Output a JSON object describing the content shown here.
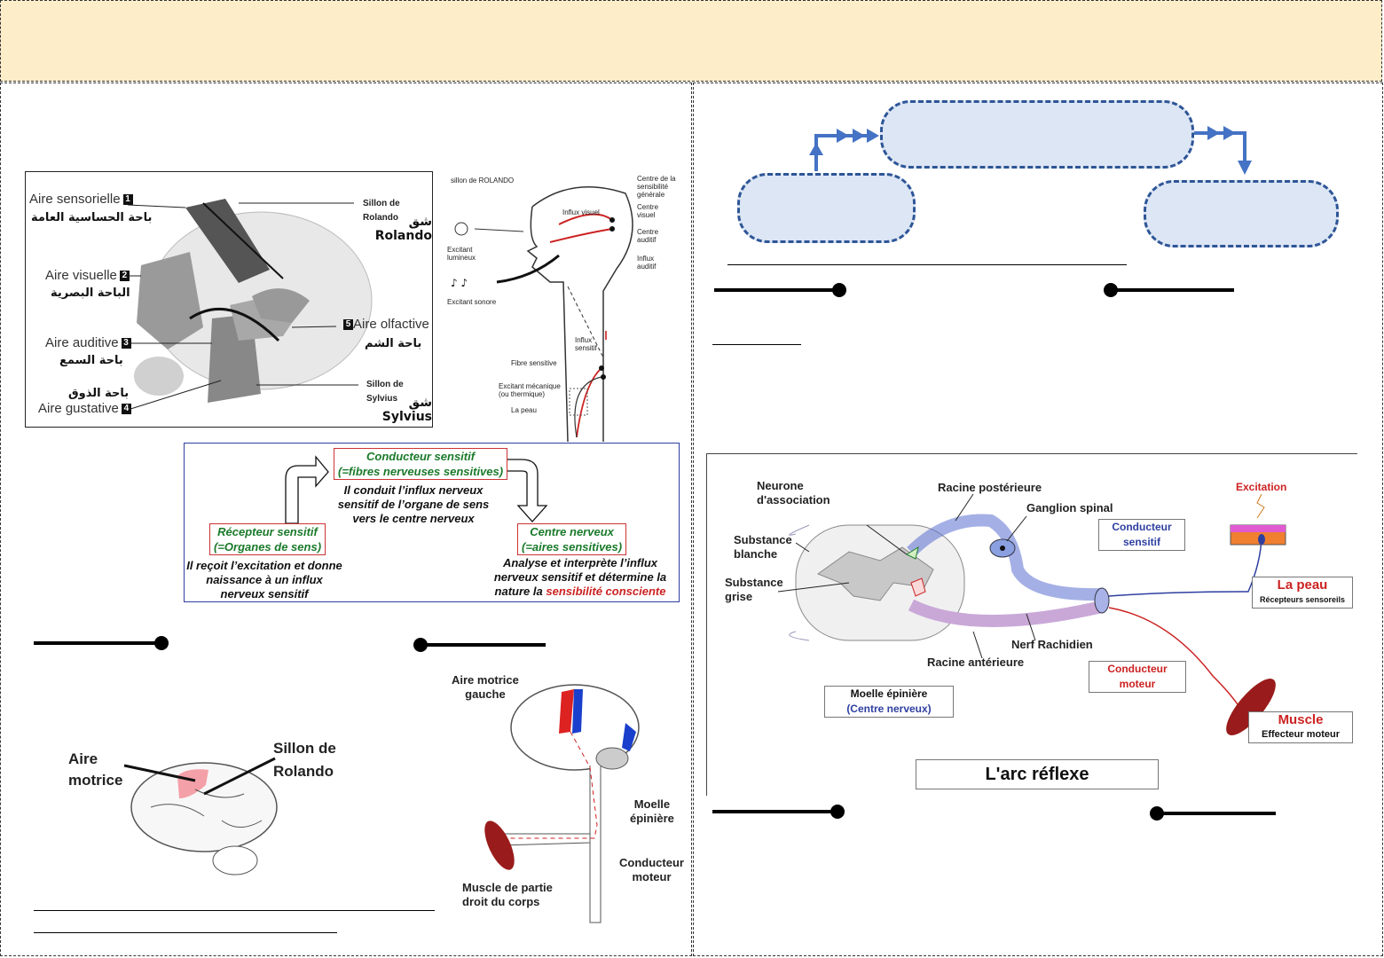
{
  "sensory_areas_figure": {
    "aire_sensorielle": "Aire sensorielle",
    "aire_sensorielle_ar": "باحة الحساسية العامة",
    "aire_visuelle": "Aire visuelle",
    "aire_visuelle_ar": "الباحة البصرية",
    "aire_auditive": "Aire auditive",
    "aire_auditive_ar": "باحة السمع",
    "aire_gustative": "Aire gustative",
    "aire_gustative_ar": "باحة الذوق",
    "aire_olfactive": "Aire olfactive",
    "aire_olfactive_ar": "باحة الشم",
    "sillon_rolando": "Sillon de Rolando",
    "sillon_rolando_ar": "شق Rolando",
    "sillon_sylvius": "Sillon de Sylvius",
    "sillon_sylvius_ar": "شق Sylvius",
    "numbers": [
      "1",
      "2",
      "3",
      "4",
      "5"
    ]
  },
  "sensation_pathway_figure": {
    "sillon_rolando": "sillon de ROLANDO",
    "centre_sensibilite": "Centre de la sensibilité générale",
    "centre_visuel": "Centre visuel",
    "centre_auditif": "Centre auditif",
    "influx_auditif": "Influx auditif",
    "influx_visuel": "Influx visuel",
    "excitant_lumineux": "Excitant lumineux",
    "excitant_sonore": "Excitant sonore",
    "influx_sensitif": "Influx sensitif",
    "fibre_sensitive": "Fibre sensitive",
    "excitant_mecanique": "Excitant mécanique (ou thermique)",
    "la_peau": "La peau"
  },
  "sensory_flow": {
    "conducteur_title": "Conducteur sensitif",
    "conducteur_sub": "(=fibres nerveuses sensitives)",
    "conducteur_desc": "Il conduit l’influx nerveux sensitif de l’organe de sens vers le centre nerveux",
    "recepteur_title": "Récepteur sensitif",
    "recepteur_sub": "(=Organes de sens)",
    "recepteur_desc": "Il reçoit l’excitation et donne naissance à un influx nerveux sensitif",
    "centre_title": "Centre nerveux",
    "centre_sub": "(=aires sensitives)",
    "centre_desc": "Analyse et interprète l’influx nerveux sensitif et détermine la nature",
    "centre_desc_prefix": "la",
    "centre_desc_red": "sensibilité consciente"
  },
  "motor_area_figure": {
    "aire": "Aire",
    "motrice": "motrice",
    "sillon_de": "Sillon de",
    "rolando": "Rolando"
  },
  "motor_pathway_figure": {
    "aire_motrice": "Aire motrice",
    "gauche": "gauche",
    "moelle": "Moelle",
    "epiniere": "épinière",
    "conducteur": "Conducteur",
    "moteur": "moteur",
    "muscle": "Muscle de partie",
    "droit": "droit du corps"
  },
  "reflex_arc_figure": {
    "neurone": "Neurone",
    "association": "d'association",
    "racine_posterieure": "Racine postérieure",
    "ganglion_spinal": "Ganglion spinal",
    "excitation": "Excitation",
    "substance": "Substance",
    "blanche": "blanche",
    "grise": "grise",
    "conducteur_sensitif_1": "Conducteur",
    "conducteur_sensitif_2": "sensitif",
    "la_peau": "La peau",
    "recepteurs": "Récepteurs sensoreils",
    "nerf_rachidien": "Nerf Rachidien",
    "racine_anterieure": "Racine antérieure",
    "conducteur_moteur_1": "Conducteur",
    "conducteur_moteur_2": "moteur",
    "moelle": "Moelle épinière",
    "centre_nerveux": "(Centre nerveux)",
    "muscle": "Muscle",
    "effecteur": "Effecteur moteur",
    "title": "L'arc réflexe"
  },
  "colors": {
    "header_bg": "#fdeec9",
    "pill_fill": "#dce6f4",
    "pill_border": "#2e5597",
    "arrow_blue": "#4472c4",
    "motor_red": "#cc2222",
    "sensitive_green": "#1a7a2a"
  }
}
